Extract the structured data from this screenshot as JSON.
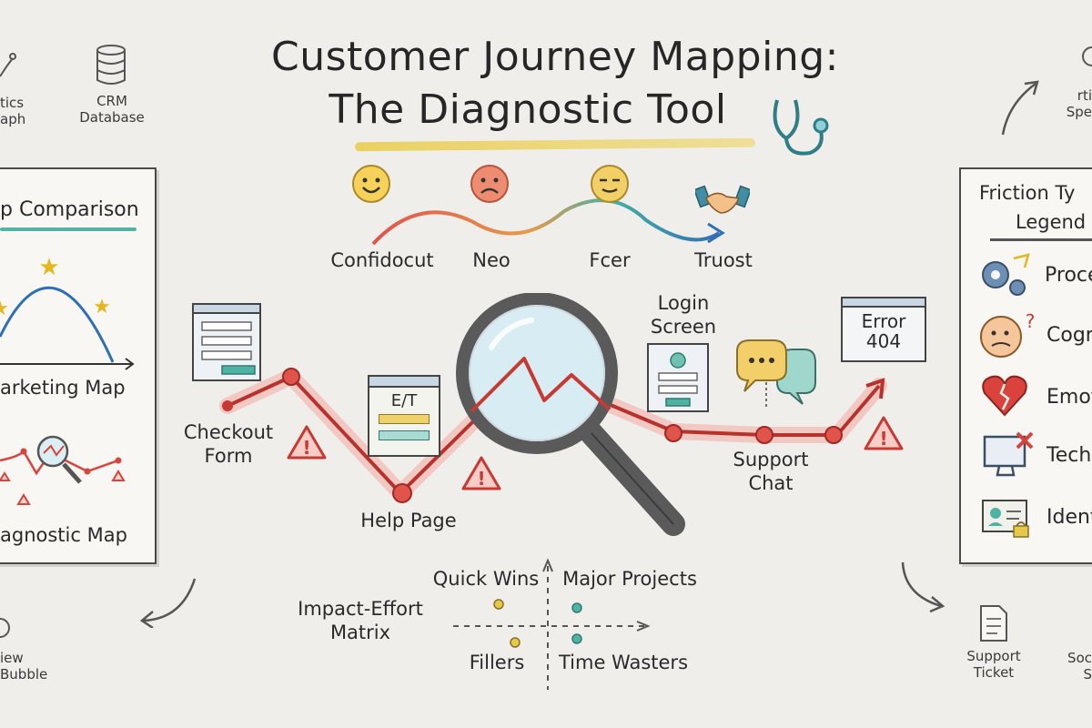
{
  "title": {
    "line1": "Customer Journey Mapping:",
    "line2": "The Diagnostic Tool"
  },
  "icons_top": {
    "analytics_label": "tics\naph",
    "crm_label": "CRM\nDatabase",
    "right_top_label": "rti\nSpe"
  },
  "emotions": {
    "labels": [
      "Confidocut",
      "Neo",
      "Fcer",
      "Truost"
    ],
    "faces": [
      "happy-face",
      "sad-face",
      "content-face",
      "handshake"
    ]
  },
  "left_panel": {
    "title": "p Comparison",
    "marketing_label": "arketing Map",
    "diagnostic_label": "agnostic Map"
  },
  "right_panel": {
    "title_line1": "Friction Ty",
    "title_line2": "Legend",
    "items": [
      {
        "label": "Proce",
        "icon": "gears-icon"
      },
      {
        "label": "Cogni",
        "icon": "confused-face-icon"
      },
      {
        "label": "Emot",
        "icon": "broken-heart-icon"
      },
      {
        "label": "Techn",
        "icon": "monitor-error-icon"
      },
      {
        "label": "Ident",
        "icon": "id-badge-lock-icon"
      }
    ]
  },
  "journey": {
    "checkout_label": "Checkout\nForm",
    "help_label": "Help Page",
    "help_card_text": "E/T",
    "login_label": "Login\nScreen",
    "support_label": "Support\nChat",
    "error_label": "Error\n404"
  },
  "matrix": {
    "title": "Impact-Effort\nMatrix",
    "quadrants": [
      "Quick Wins",
      "Major Projects",
      "Fillers",
      "Time Wasters"
    ]
  },
  "bottom_icons": {
    "left_label": "iew\nBubble",
    "support_ticket_label": "Support\nTicket",
    "right_label": "Soc\nS"
  },
  "colors": {
    "red_path": "#d9433b",
    "glow": "#f3b0a6",
    "teal": "#3aa79c",
    "blue": "#2f6fb5",
    "yellow": "#e6c84a"
  }
}
